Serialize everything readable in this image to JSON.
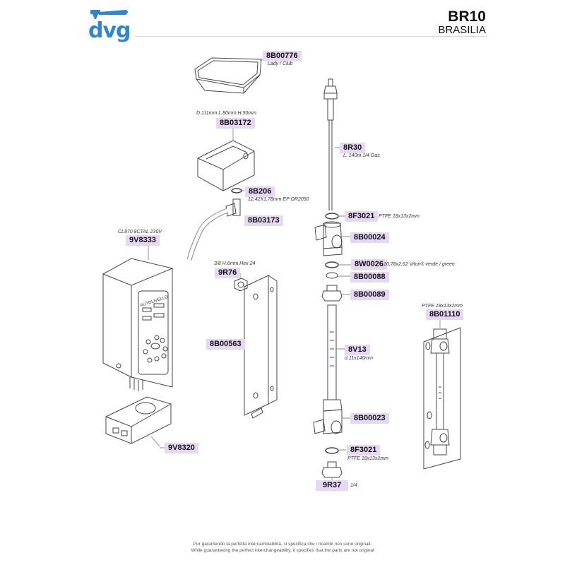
{
  "brand": {
    "logo_text": "dvg",
    "accent_color": "#2f86d0"
  },
  "header": {
    "model_code": "BR10",
    "model_name": "BRASILIA"
  },
  "parts": [
    {
      "code": "8B00776",
      "note": "Lady / Club"
    },
    {
      "code": "8B03172",
      "note": "D.111mm L.80mm H.50mm"
    },
    {
      "code": "8B206",
      "note": "12,42X1,78mm EP OR2050"
    },
    {
      "code": "8B03173",
      "note": ""
    },
    {
      "code": "8R30",
      "note": "L. 140m 1/4 Gas"
    },
    {
      "code": "8F3021",
      "note": "PTFE 18x13x2mm"
    },
    {
      "code": "8B00024",
      "note": ""
    },
    {
      "code": "8W0026",
      "note": "10,78x2,62 Viton® verde / green"
    },
    {
      "code": "8B00088",
      "note": ""
    },
    {
      "code": "8B00089",
      "note": ""
    },
    {
      "code": "9V8333",
      "note": "CL870 8CTAL 230V"
    },
    {
      "code": "9R76",
      "note": "3/8 H.6mm Hex 24"
    },
    {
      "code": "8B00563",
      "note": ""
    },
    {
      "code": "8V13",
      "note": "d.11x140mm"
    },
    {
      "code": "8B01110",
      "note": "PTFE 18x13x2mm"
    },
    {
      "code": "8B00023",
      "note": ""
    },
    {
      "code": "8F3021",
      "note": "PTFE 18x13x2mm"
    },
    {
      "code": "9R37",
      "note": "1/4"
    },
    {
      "code": "9V8320",
      "note": ""
    }
  ],
  "device_label": "AUTOLIVELLO",
  "footer": {
    "line_it": "Pur garantendo la perfetta intercambiabilità, si specifica che i ricambi non sono originali.",
    "line_en": "While guaranteeing the perfect interchangeability, it specifies that the parts are not original"
  }
}
